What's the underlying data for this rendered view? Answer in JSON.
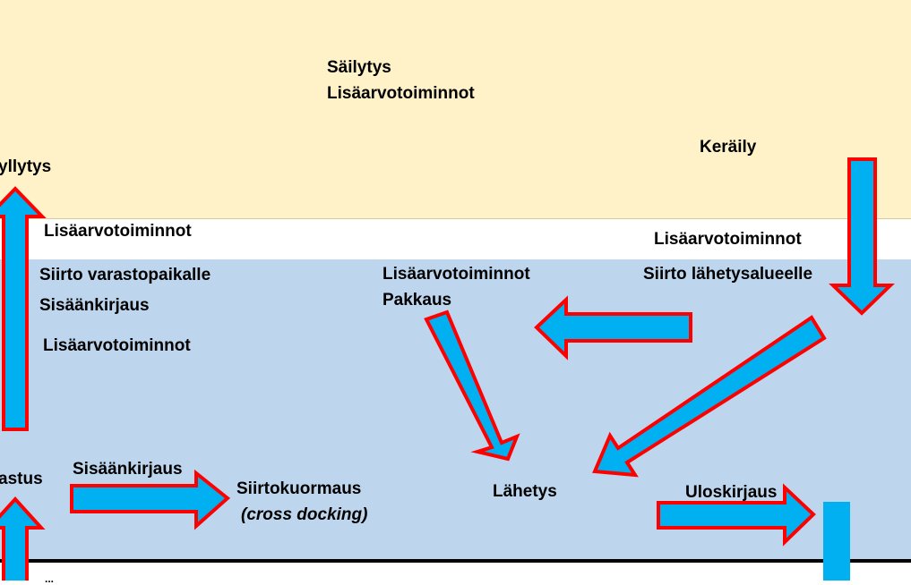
{
  "colors": {
    "storage_zone": "#fff2c8",
    "value_added_band": "#ffffff",
    "handling_zone": "#bdd6ee",
    "arrow_fill": "#00b0f0",
    "arrow_stroke": "#ff0000"
  },
  "storage_zone": {
    "label_1": "Säilytys",
    "label_2": "Lisäarvotoiminnot",
    "left_label": "yllytys",
    "picking": "Keräily"
  },
  "band": {
    "left_label": "Lisäarvotoiminnot",
    "right_label": "Lisäarvotoiminnot"
  },
  "handling_zone": {
    "move_to_storage": "Siirto varastopaikalle",
    "check_in_1": "Sisäänkirjaus",
    "value_added_left": "Lisäarvotoiminnot",
    "value_added_center": "Lisäarvotoiminnot",
    "packing": "Pakkaus",
    "move_to_shipping": "Siirto lähetysalueelle",
    "receiving": "astus",
    "check_in_2": "Sisäänkirjaus",
    "cross_docking": "Siirtokuormaus",
    "cross_docking_en": "(cross docking)",
    "shipping": "Lähetys",
    "check_out": "Uloskirjaus"
  },
  "bottom": {
    "partial_label": "..."
  }
}
